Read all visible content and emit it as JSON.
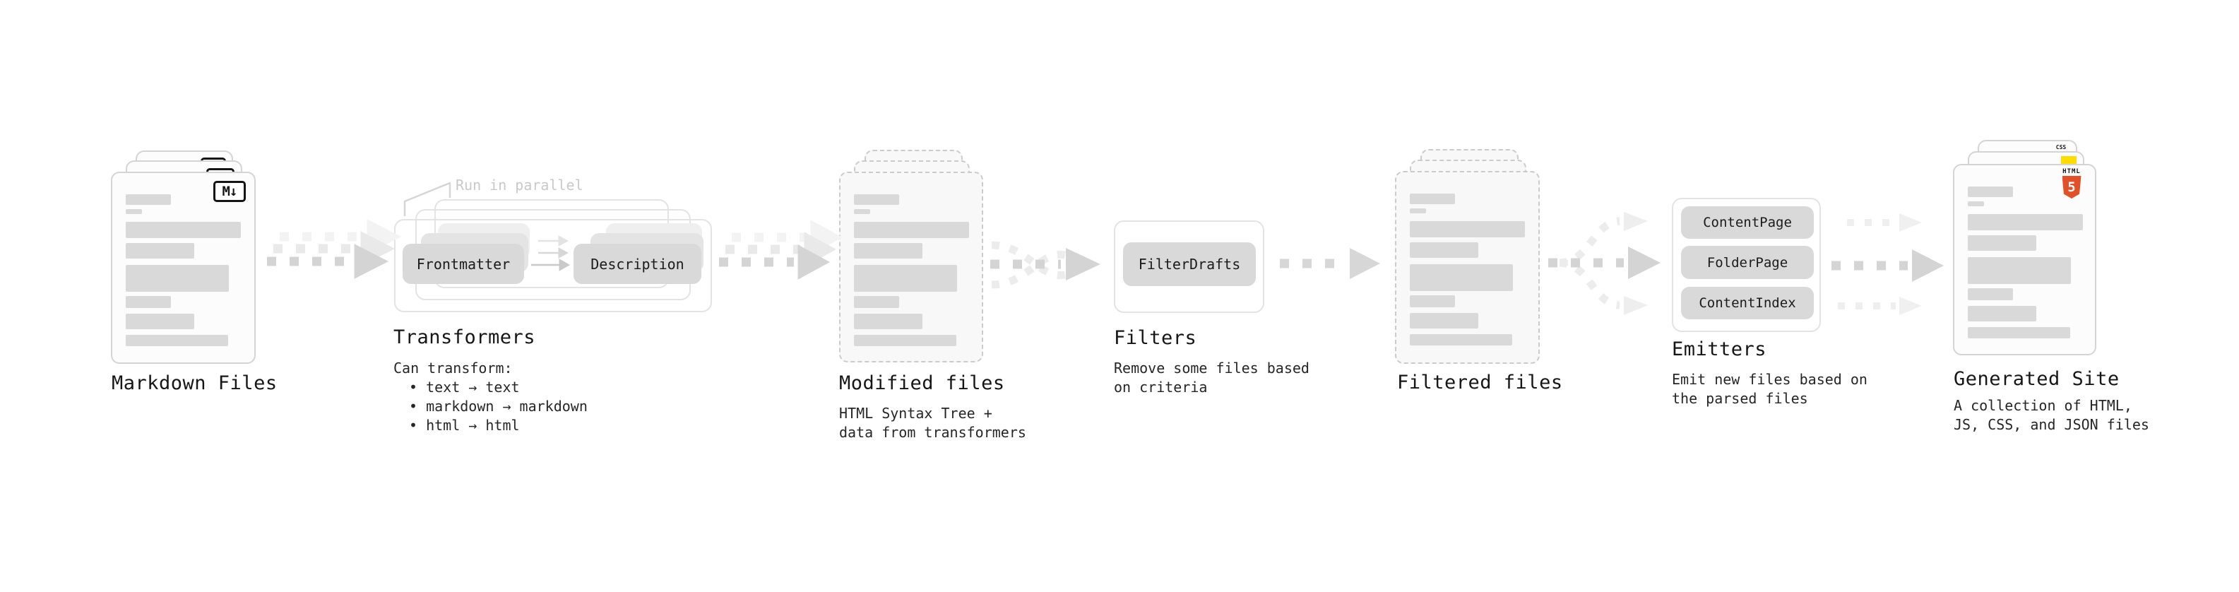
{
  "colors": {
    "accent_html5": "#e34f26",
    "accent_css_underline": "#2965f1",
    "accent_js": "#ffdd00",
    "node_fill": "#d9d9d9",
    "arrow_gray": "#d4d4d4",
    "ghost_gray": "#ececec"
  },
  "stages": {
    "markdown_files": {
      "title": "Markdown Files",
      "badge": "M↓"
    },
    "transformers": {
      "title": "Transformers",
      "annotation": "Run in parallel",
      "nodes": [
        "Frontmatter",
        "Description"
      ],
      "desc_intro": "Can transform:",
      "bullets": [
        "• text → text",
        "• markdown → markdown",
        "• html → html"
      ]
    },
    "modified_files": {
      "title": "Modified files",
      "desc_lines": [
        "HTML Syntax Tree +",
        "data from transformers"
      ]
    },
    "filters": {
      "title": "Filters",
      "nodes": [
        "FilterDrafts"
      ],
      "desc_lines": [
        "Remove some files based",
        "on criteria"
      ]
    },
    "filtered_files": {
      "title": "Filtered files"
    },
    "emitters": {
      "title": "Emitters",
      "nodes": [
        "ContentPage",
        "FolderPage",
        "ContentIndex"
      ],
      "desc_lines": [
        "Emit new files based on",
        "the parsed files"
      ]
    },
    "generated_site": {
      "title": "Generated Site",
      "badge_css": "CSS",
      "badge_html_label": "HTML",
      "badge_html_number": "5",
      "desc_lines": [
        "A collection of HTML,",
        "JS, CSS, and JSON files"
      ]
    }
  }
}
